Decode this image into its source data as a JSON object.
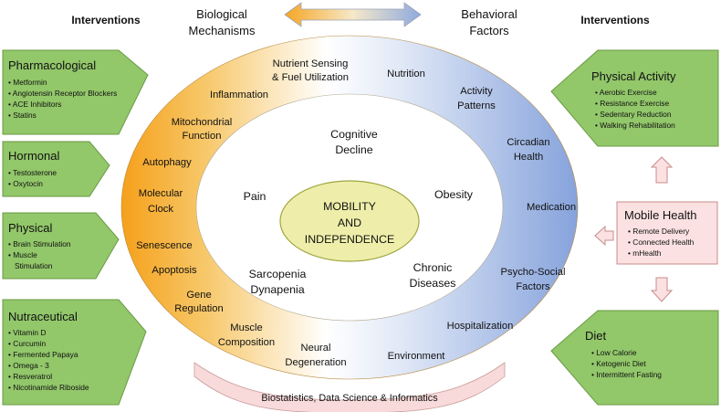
{
  "headers": {
    "left_interventions": "Interventions",
    "right_interventions": "Interventions",
    "biological": [
      "Biological",
      "Mechanisms"
    ],
    "behavioral": [
      "Behavioral",
      "Factors"
    ]
  },
  "left_boxes": [
    {
      "title": "Pharmacological",
      "items": [
        "Metformin",
        "Angiotensin Receptor Blockers",
        "ACE Inhibitors",
        "Statins"
      ]
    },
    {
      "title": "Hormonal",
      "items": [
        "Testosterone",
        "Oxytocin"
      ]
    },
    {
      "title": "Physical",
      "items": [
        "Brain Stimulation",
        "Muscle",
        "Stimulation"
      ]
    },
    {
      "title": "Nutraceutical",
      "items": [
        "Vitamin D",
        "Curcumin",
        "Fermented Papaya",
        "Omega - 3",
        "Resveratrol",
        "Nicotinamide Riboside"
      ]
    }
  ],
  "right_boxes": [
    {
      "title": "Physical Activity",
      "items": [
        "Aerobic Exercise",
        "Resistance Exercise",
        "Sedentary Reduction",
        "Walking Rehabilitation"
      ]
    },
    {
      "title": "Mobile Health",
      "items": [
        "Remote Delivery",
        "Connected Health",
        "mHealth"
      ]
    },
    {
      "title": "Diet",
      "items": [
        "Low Calorie",
        "Ketogenic Diet",
        "Intermittent Fasting"
      ]
    }
  ],
  "mechanisms": [
    [
      "Nutrient Sensing",
      "& Fuel Utilization"
    ],
    [
      "Inflammation"
    ],
    [
      "Mitochondrial",
      "Function"
    ],
    [
      "Autophagy"
    ],
    [
      "Molecular",
      "Clock"
    ],
    [
      "Senescence"
    ],
    [
      "Apoptosis"
    ],
    [
      "Gene",
      "Regulation"
    ],
    [
      "Muscle",
      "Composition"
    ],
    [
      "Neural",
      "Degeneration"
    ]
  ],
  "behaviors": [
    [
      "Nutrition"
    ],
    [
      "Activity",
      "Patterns"
    ],
    [
      "Circadian",
      "Health"
    ],
    [
      "Medication"
    ],
    [
      "Psycho-Social",
      "Factors"
    ],
    [
      "Hospitalization"
    ],
    [
      "Environment"
    ]
  ],
  "conditions": [
    [
      "Cognitive",
      "Decline"
    ],
    [
      "Pain"
    ],
    [
      "Obesity"
    ],
    [
      "Sarcopenia",
      "Dynapenia"
    ],
    [
      "Chronic",
      "Diseases"
    ]
  ],
  "center": [
    "MOBILITY",
    "AND",
    "INDEPENDENCE"
  ],
  "bottom_label": "Biostatistics, Data Science & Informatics",
  "colors": {
    "box_green": "#92c76a",
    "box_green_border": "#6a9a44",
    "box_pink": "#fbe1e1",
    "box_pink_border": "#c98b8b",
    "orange": "#f5a623",
    "blue": "#8eaadf",
    "center_fill": "#eeeeaa",
    "center_border": "#9fa640",
    "arc_fill": "#f8dada"
  }
}
